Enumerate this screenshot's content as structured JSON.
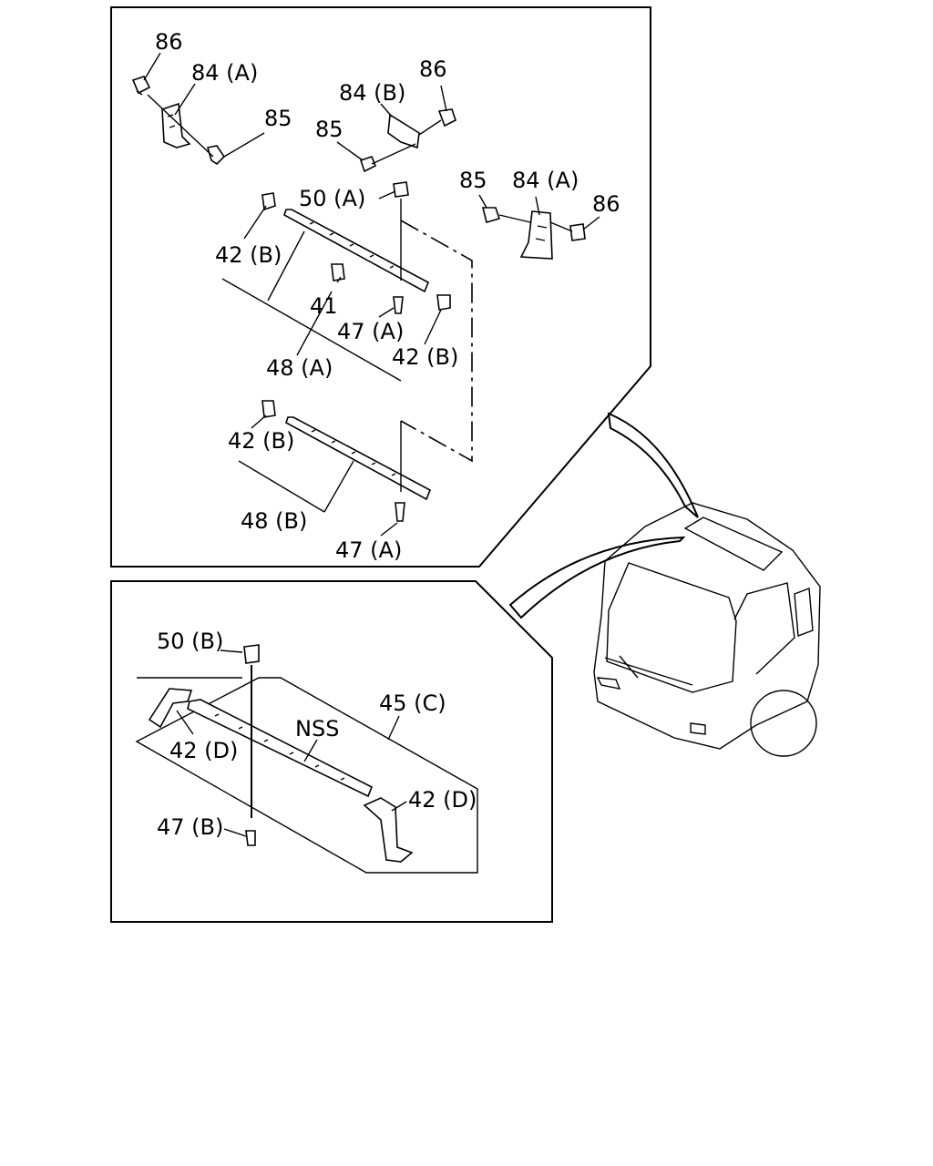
{
  "labels": {
    "top_86_a": "86",
    "top_84a_a": "84 (A)",
    "top_85_a": "85",
    "top_84b": "84 (B)",
    "top_86_b": "86",
    "top_85_b": "85",
    "top_85_c": "85",
    "top_84a_b": "84 (A)",
    "top_86_c": "86",
    "top_50a": "50 (A)",
    "top_42b_a": "42 (B)",
    "top_41": "41",
    "top_47a_a": "47 (A)",
    "top_42b_b": "42 (B)",
    "top_48a": "48 (A)",
    "top_42b_c": "42 (B)",
    "top_48b": "48 (B)",
    "top_47a_b": "47 (A)",
    "bot_50b": "50 (B)",
    "bot_45c": "45 (C)",
    "bot_nss": "NSS",
    "bot_42d_a": "42 (D)",
    "bot_42d_b": "42 (D)",
    "bot_47b": "47 (B)"
  }
}
